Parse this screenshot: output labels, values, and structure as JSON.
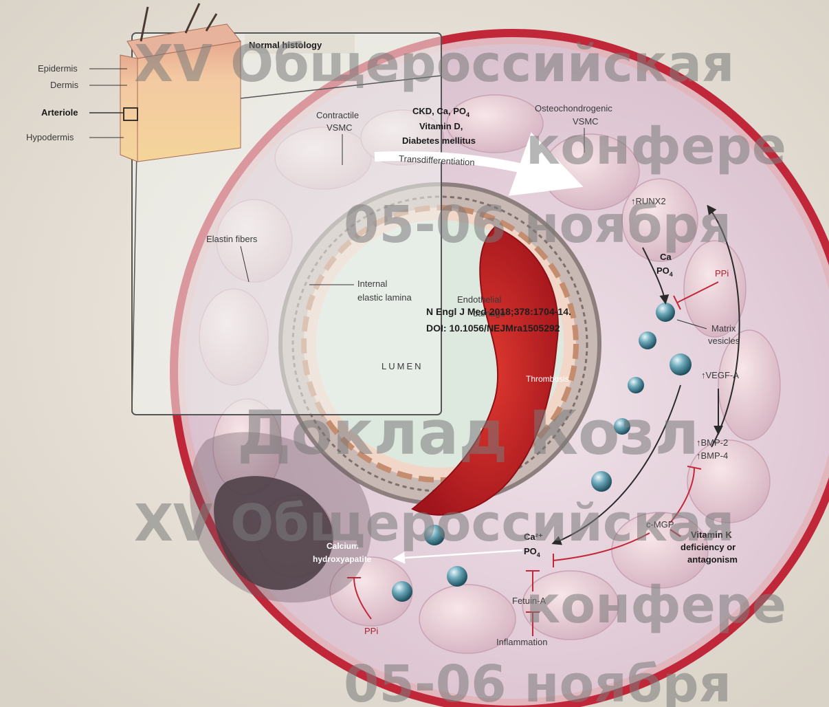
{
  "colors": {
    "background": "#e9e3da",
    "outer_wall": "#c0283a",
    "media": "#e6d3dd",
    "lumen": "#dde9df",
    "thrombus": "#c8242a",
    "inhibit": "#c0283a",
    "vesicle": "#3e7d8e"
  },
  "labels": {
    "epidermis": "Epidermis",
    "dermis": "Dermis",
    "arteriole": "Arteriole",
    "hypodermis": "Hypodermis",
    "normal_histology": "Normal histology",
    "contractile_vsmc_1": "Contractile",
    "contractile_vsmc_2": "VSMC",
    "risk_line1": "CKD, Ca, PO",
    "risk_sub": "4",
    "risk_line2": "Vitamin D,",
    "risk_line3": "Diabetes mellitus",
    "osteo_line1": "Osteochondrogenic",
    "osteo_line2": "VSMC",
    "transdiff": "Transdifferentiation",
    "runx2": "↑RUNX2",
    "elastin": "Elastin fibers",
    "internal_1": "Internal",
    "internal_2": "elastic lamina",
    "endothelial_1": "Endothelial",
    "endothelial_2": "damage",
    "ca_po_1": "Ca",
    "ca_po_2": "PO",
    "ca_po_sub": "4",
    "ppi_top": "PPi",
    "matrix_1": "Matrix",
    "matrix_2": "vesicles",
    "lumen": "LUMEN",
    "thrombosis": "Thrombosis",
    "vegf": "↑VEGF-A",
    "bmp2": "↑BMP-2",
    "bmp4": "↑BMP-4",
    "cmgp": "c-MGP",
    "vitk_1": "Vitamin K",
    "vitk_2": "deficiency or",
    "vitk_3": "antagonism",
    "calcium_1": "Calcium",
    "calcium_2": "hydroxyapatite",
    "ca2": "Ca²⁺",
    "po4": "PO",
    "po4_sub": "4",
    "fetuin": "Fetuin-A",
    "inflammation": "Inflammation",
    "ppi_bottom": "PPi"
  },
  "citation": {
    "line1": "N Engl J Med 2018;378:1704-14.",
    "line2": "DOI: 10.1056/NEJMra1505292"
  },
  "watermark": {
    "line1": "XV Общероссийская",
    "line2": "конфере",
    "line3": "05-06 ноября",
    "line4": "Доклад Козл",
    "line5": "XV Общероссийская",
    "line6": "конфере",
    "line7": "05-06 ноября"
  }
}
